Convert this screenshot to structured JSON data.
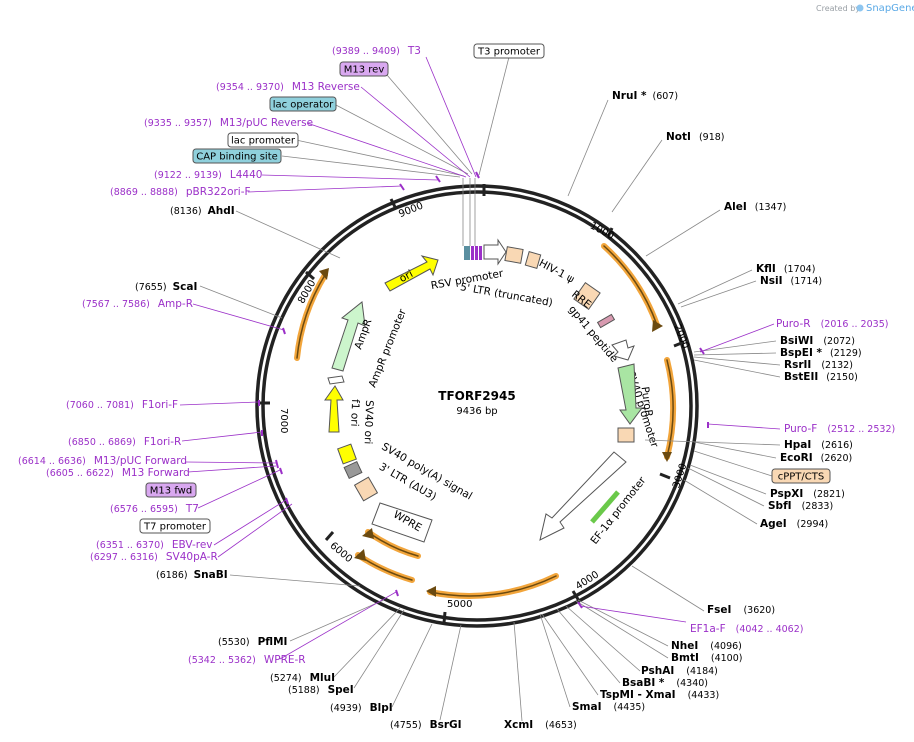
{
  "credit": {
    "created_by": "Created by",
    "app": "SnapGene"
  },
  "plasmid": {
    "name": "TFORF2945",
    "length_label": "9436 bp"
  },
  "tick_labels": [
    "1000",
    "2000",
    "3000",
    "4000",
    "5000",
    "6000",
    "7000",
    "8000",
    "9000"
  ],
  "boxed_labels": {
    "t3_promoter": "T3 promoter",
    "m13_rev": "M13 rev",
    "lac_operator": "lac operator",
    "lac_promoter": "lac promoter",
    "cap_site": "CAP binding site",
    "m13_fwd": "M13 fwd",
    "t7_promoter": "T7 promoter",
    "cppt": "cPPT/CTS"
  },
  "enzymes_right": [
    {
      "name": "NruI *",
      "pos": "(607)"
    },
    {
      "name": "NotI",
      "pos": "(918)"
    },
    {
      "name": "AleI",
      "pos": "(1347)"
    },
    {
      "name": "KflI",
      "pos": "(1704)"
    },
    {
      "name": "NsiI",
      "pos": "(1714)"
    },
    {
      "name": "BsiWI",
      "pos": "(2072)"
    },
    {
      "name": "BspEI *",
      "pos": "(2129)"
    },
    {
      "name": "RsrII",
      "pos": "(2132)"
    },
    {
      "name": "BstEII",
      "pos": "(2150)"
    },
    {
      "name": "HpaI",
      "pos": "(2616)"
    },
    {
      "name": "EcoRI",
      "pos": "(2620)"
    },
    {
      "name": "PspXI",
      "pos": "(2821)"
    },
    {
      "name": "SbfI",
      "pos": "(2833)"
    },
    {
      "name": "AgeI",
      "pos": "(2994)"
    },
    {
      "name": "FseI",
      "pos": "(3620)"
    },
    {
      "name": "NheI",
      "pos": "(4096)"
    },
    {
      "name": "BmtI",
      "pos": "(4100)"
    },
    {
      "name": "PshAI",
      "pos": "(4184)"
    },
    {
      "name": "BsaBI *",
      "pos": "(4340)"
    },
    {
      "name": "TspMI - XmaI",
      "pos": "(4433)"
    },
    {
      "name": "SmaI",
      "pos": "(4435)"
    },
    {
      "name": "XcmI",
      "pos": "(4653)"
    }
  ],
  "enzymes_left": [
    {
      "name": "AhdI",
      "pos": "(8136)"
    },
    {
      "name": "ScaI",
      "pos": "(7655)"
    },
    {
      "name": "SnaBI",
      "pos": "(6186)"
    },
    {
      "name": "PflMI",
      "pos": "(5530)"
    },
    {
      "name": "MluI",
      "pos": "(5274)"
    },
    {
      "name": "SpeI",
      "pos": "(5188)"
    },
    {
      "name": "BlpI",
      "pos": "(4939)"
    },
    {
      "name": "BsrGI",
      "pos": "(4755)"
    }
  ],
  "primers_right": [
    {
      "name": "Puro-R",
      "range": "(2016 .. 2035)"
    },
    {
      "name": "Puro-F",
      "range": "(2512 .. 2532)"
    },
    {
      "name": "EF1a-F",
      "range": "(4042 .. 4062)"
    }
  ],
  "primers_left": [
    {
      "name": "T3",
      "range": "(9389 .. 9409)"
    },
    {
      "name": "M13 Reverse",
      "range": "(9354 .. 9370)"
    },
    {
      "name": "M13/pUC Reverse",
      "range": "(9335 .. 9357)"
    },
    {
      "name": "L4440",
      "range": "(9122 .. 9139)"
    },
    {
      "name": "pBR322ori-F",
      "range": "(8869 .. 8888)"
    },
    {
      "name": "Amp-R",
      "range": "(7567 .. 7586)"
    },
    {
      "name": "F1ori-F",
      "range": "(7060 .. 7081)"
    },
    {
      "name": "F1ori-R",
      "range": "(6850 .. 6869)"
    },
    {
      "name": "M13/pUC Forward",
      "range": "(6614 .. 6636)"
    },
    {
      "name": "M13 Forward",
      "range": "(6605 .. 6622)"
    },
    {
      "name": "T7",
      "range": "(6576 .. 6595)"
    },
    {
      "name": "EBV-rev",
      "range": "(6351 .. 6370)"
    },
    {
      "name": "SV40pA-R",
      "range": "(6297 .. 6316)"
    },
    {
      "name": "WPRE-R",
      "range": "(5342 .. 5362)"
    }
  ],
  "inner_features": {
    "ori": "ori",
    "ampr": "AmpR",
    "ampr_promoter": "AmpR promoter",
    "f1_ori": "f1 ori",
    "sv40_ori": "SV40 ori",
    "rsv_promoter": "RSV promoter",
    "ltr_trunc": "5' LTR (truncated)",
    "hiv_psi": "HIV-1 ψ",
    "rre": "RRE",
    "gp41": "gp41 peptide",
    "sv40_promoter": "SV40 promoter",
    "puror": "PuroR",
    "ef1a": "EF-1α promoter",
    "sv40_polya": "SV40 poly(A) signal",
    "ltr3": "3' LTR (ΔU3)",
    "wpre": "WPRE"
  },
  "colors": {
    "primer": "#9b30c8",
    "orange_arc": "#f2a53b",
    "ori_yellow": "#ffff00",
    "ampr_green": "#ccf5cc",
    "puror_green": "#a9e5a3",
    "ltr_peach": "#f9d8b4",
    "lac_blue": "#8fd0dc",
    "m13_purple": "#d9a8f0"
  }
}
